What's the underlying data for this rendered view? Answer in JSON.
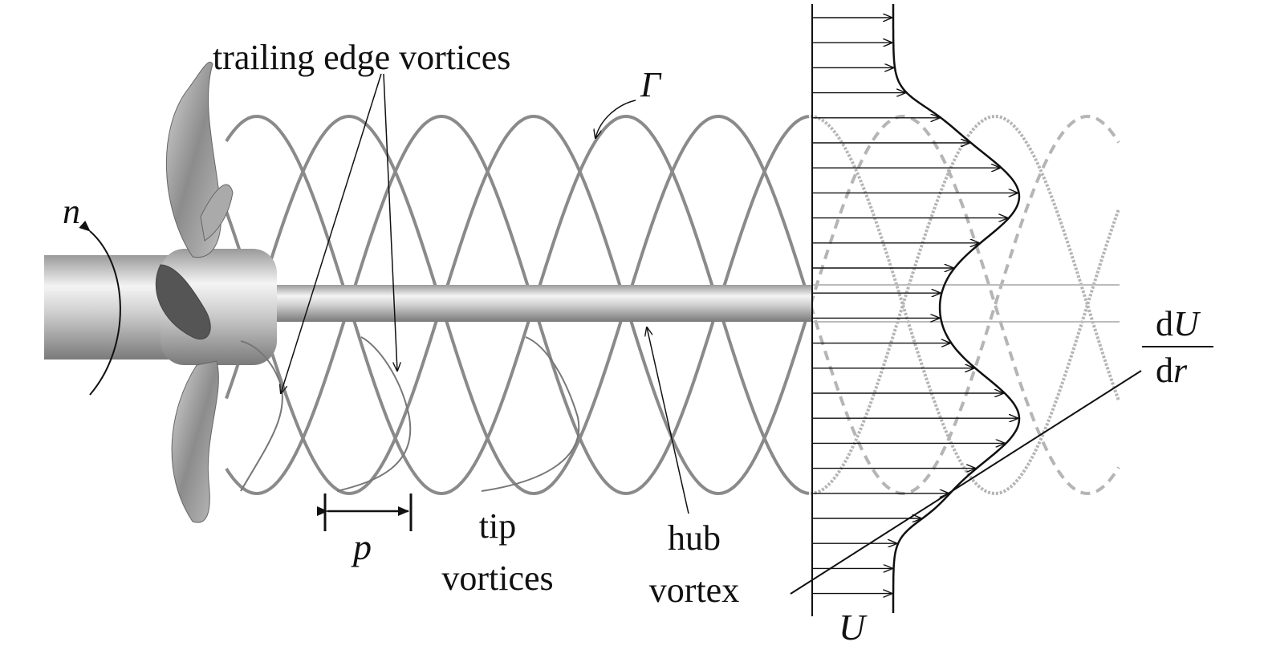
{
  "labels": {
    "trailing_edge": "trailing edge vortices",
    "gamma": "Γ",
    "n": "n",
    "p": "p",
    "tip_line1": "tip",
    "tip_line2": "vortices",
    "hub_line1": "hub",
    "hub_line2": "vortex",
    "dU_d": "d",
    "dU_U": "U",
    "dr_d": "d",
    "dr_r": "r",
    "U": "U"
  },
  "colors": {
    "helix": "#8a8a8a",
    "helix_far": "#b5b5b5",
    "ink": "#111111"
  }
}
